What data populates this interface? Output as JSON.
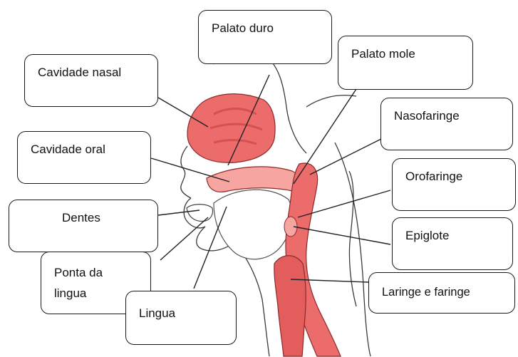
{
  "figure": {
    "anatomy_illustration": "anatomy-illustration",
    "colors": {
      "tissue_red": "#ec6b6b",
      "tissue_light": "#f6a5a0",
      "outline": "#3a3a3a",
      "box_border": "#1a1a1a"
    }
  },
  "labels": {
    "palato_duro": "Palato duro",
    "palato_mole": "Palato mole",
    "cavidade_nasal": "Cavidade nasal",
    "nasofaringe": "Nasofaringe",
    "cavidade_oral": "Cavidade oral",
    "orofaringe": "Orofaringe",
    "dentes": "Dentes",
    "epiglote": "Epiglote",
    "ponta_da_lingua_line1": "Ponta da",
    "ponta_da_lingua_line2": "lingua",
    "lingua": "Lingua",
    "laringe_e_faringe": "Laringe e faringe"
  }
}
